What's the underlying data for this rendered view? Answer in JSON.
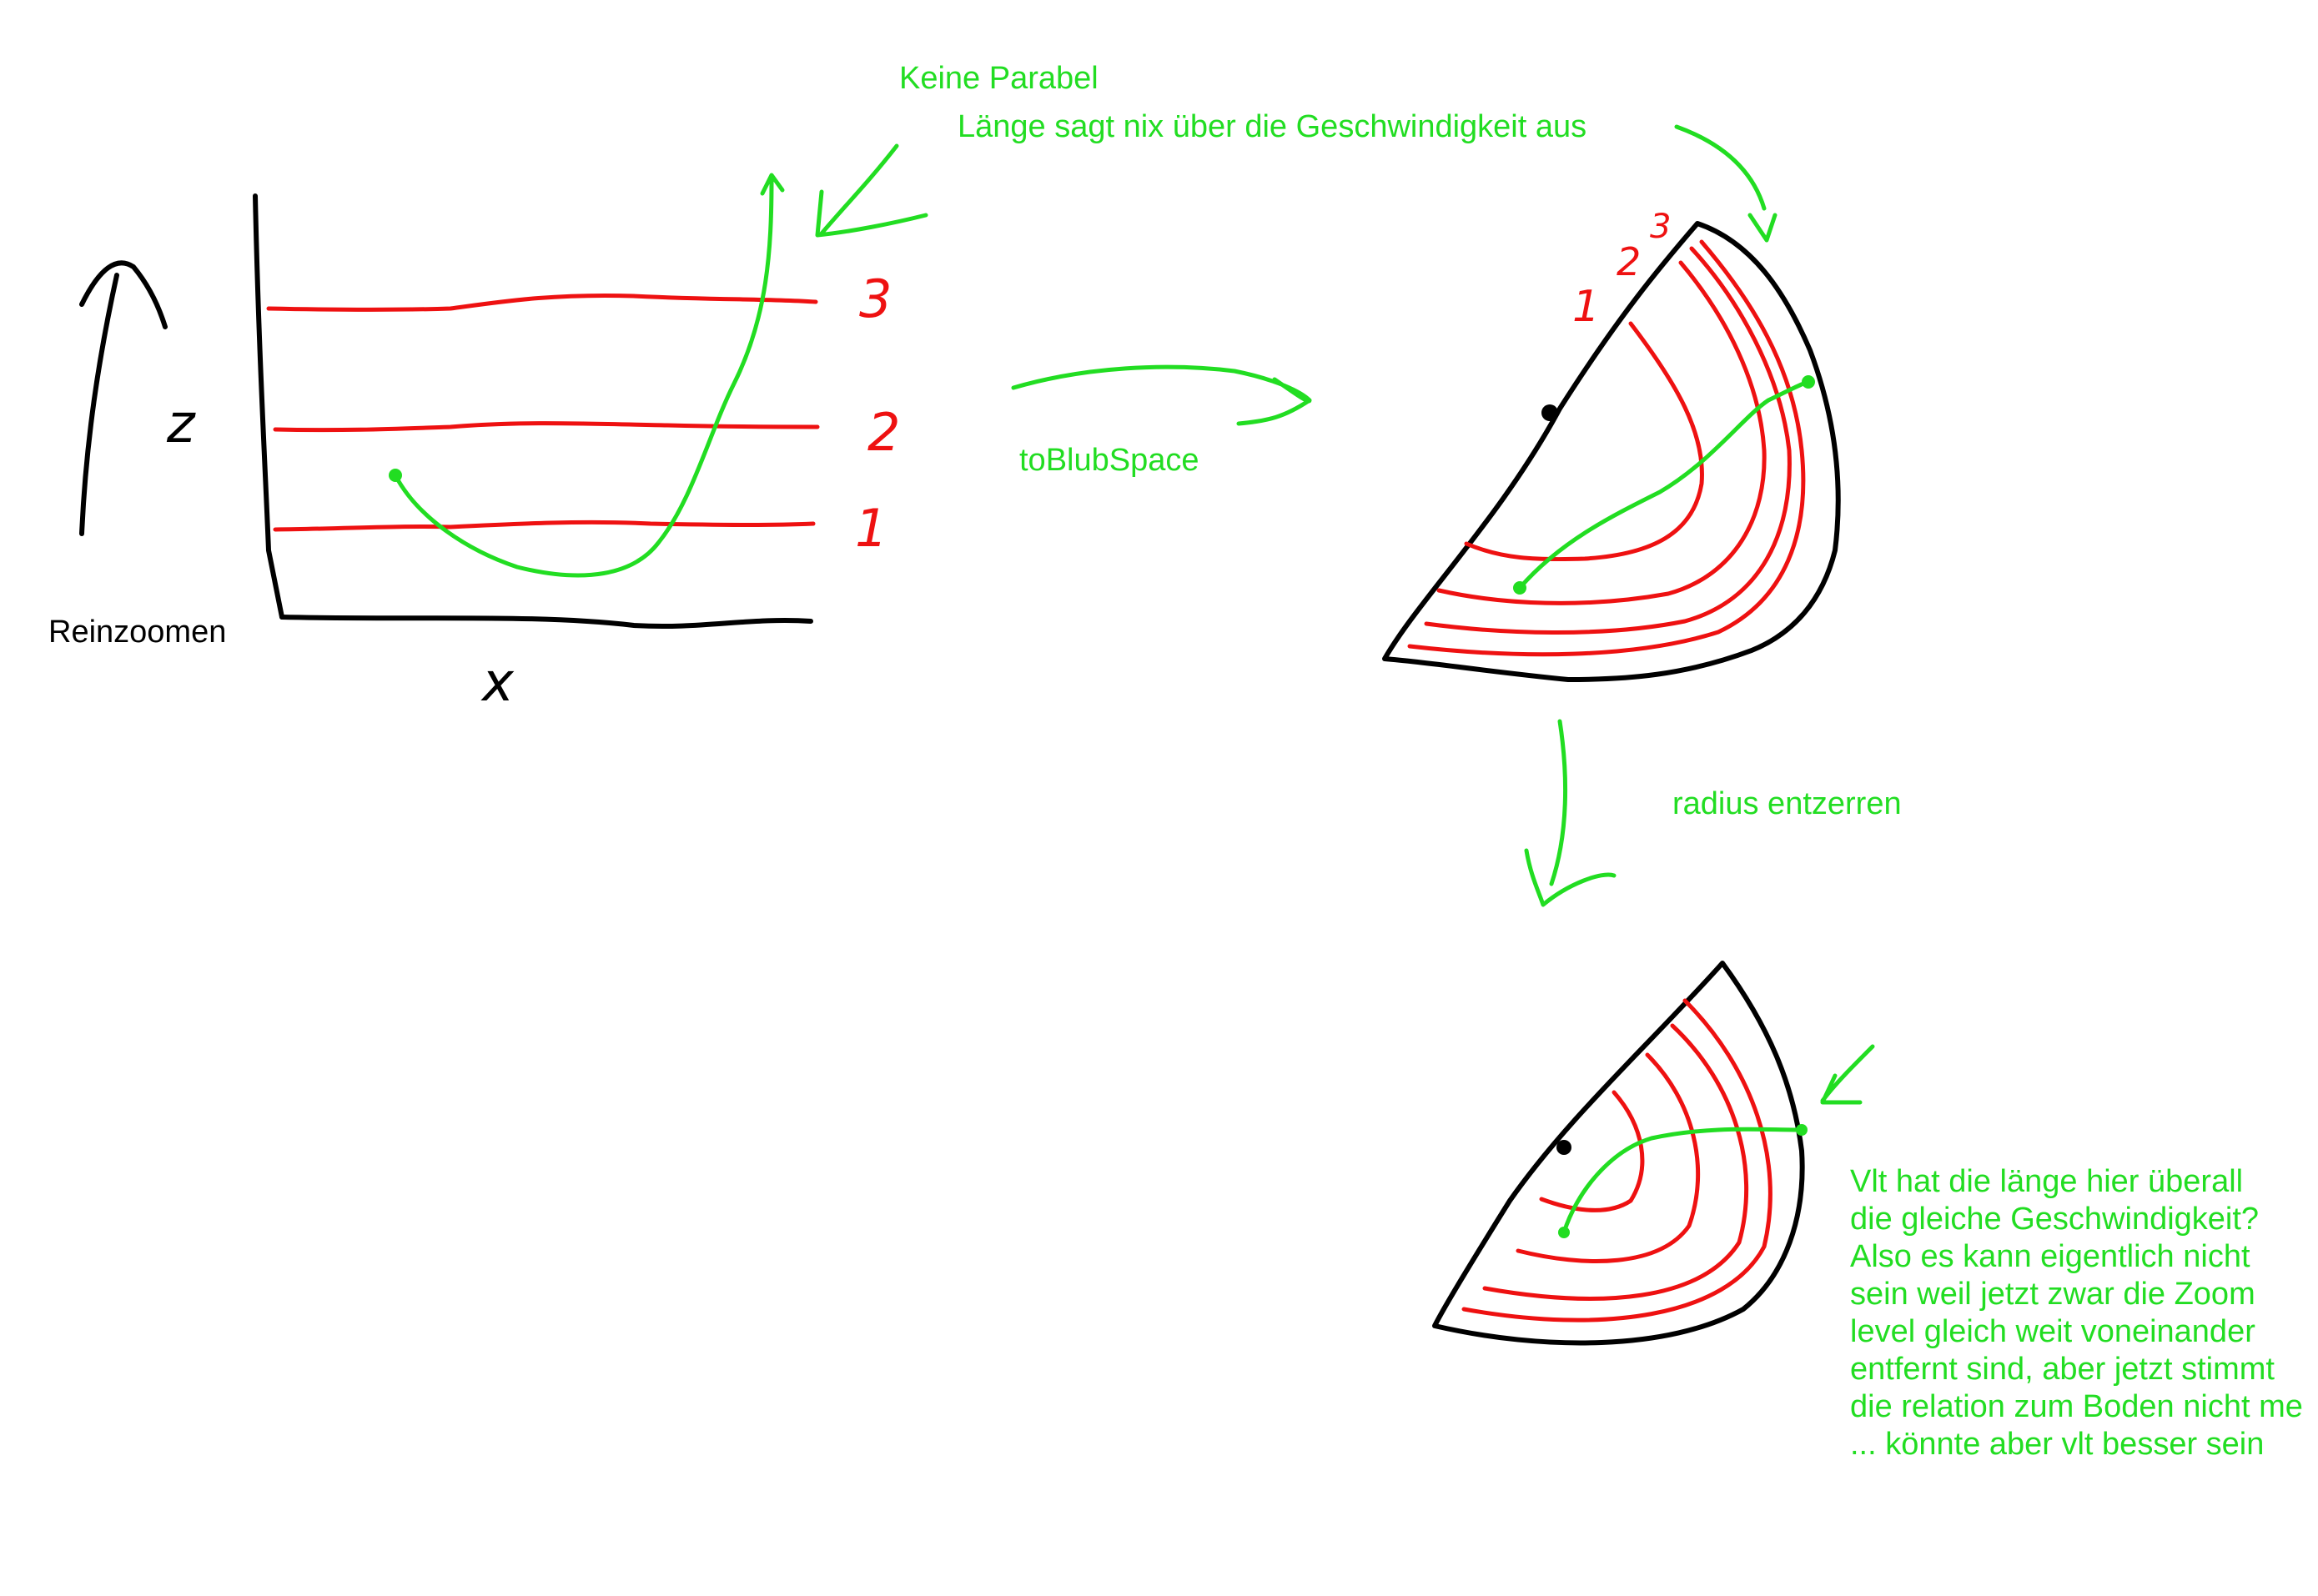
{
  "annotations": {
    "keine_parabel": "Keine Parabel",
    "laenge_note": "Länge sagt nix über die Geschwindigkeit aus",
    "to_blub_space": "toBlubSpace",
    "radius_entzerren": "radius entzerren",
    "reinzoomen": "Reinzoomen",
    "final_note": "Vlt hat die länge hier überall\ndie gleiche Geschwindigkeit?\nAlso es kann eigentlich nicht\nsein weil jetzt zwar die Zoom\nlevel gleich weit voneinander\nentfernt sind, aber jetzt stimmt\ndie relation zum Boden nicht me\n... könnte aber vlt besser sein"
  },
  "plot": {
    "axis_x": "x",
    "axis_z": "z",
    "level_labels": [
      "1",
      "2",
      "3"
    ]
  },
  "wedge": {
    "level_labels": [
      "1",
      "2",
      "3"
    ]
  },
  "colors": {
    "ink": "#000000",
    "levels": "#ee1111",
    "notes": "#22dd22"
  }
}
